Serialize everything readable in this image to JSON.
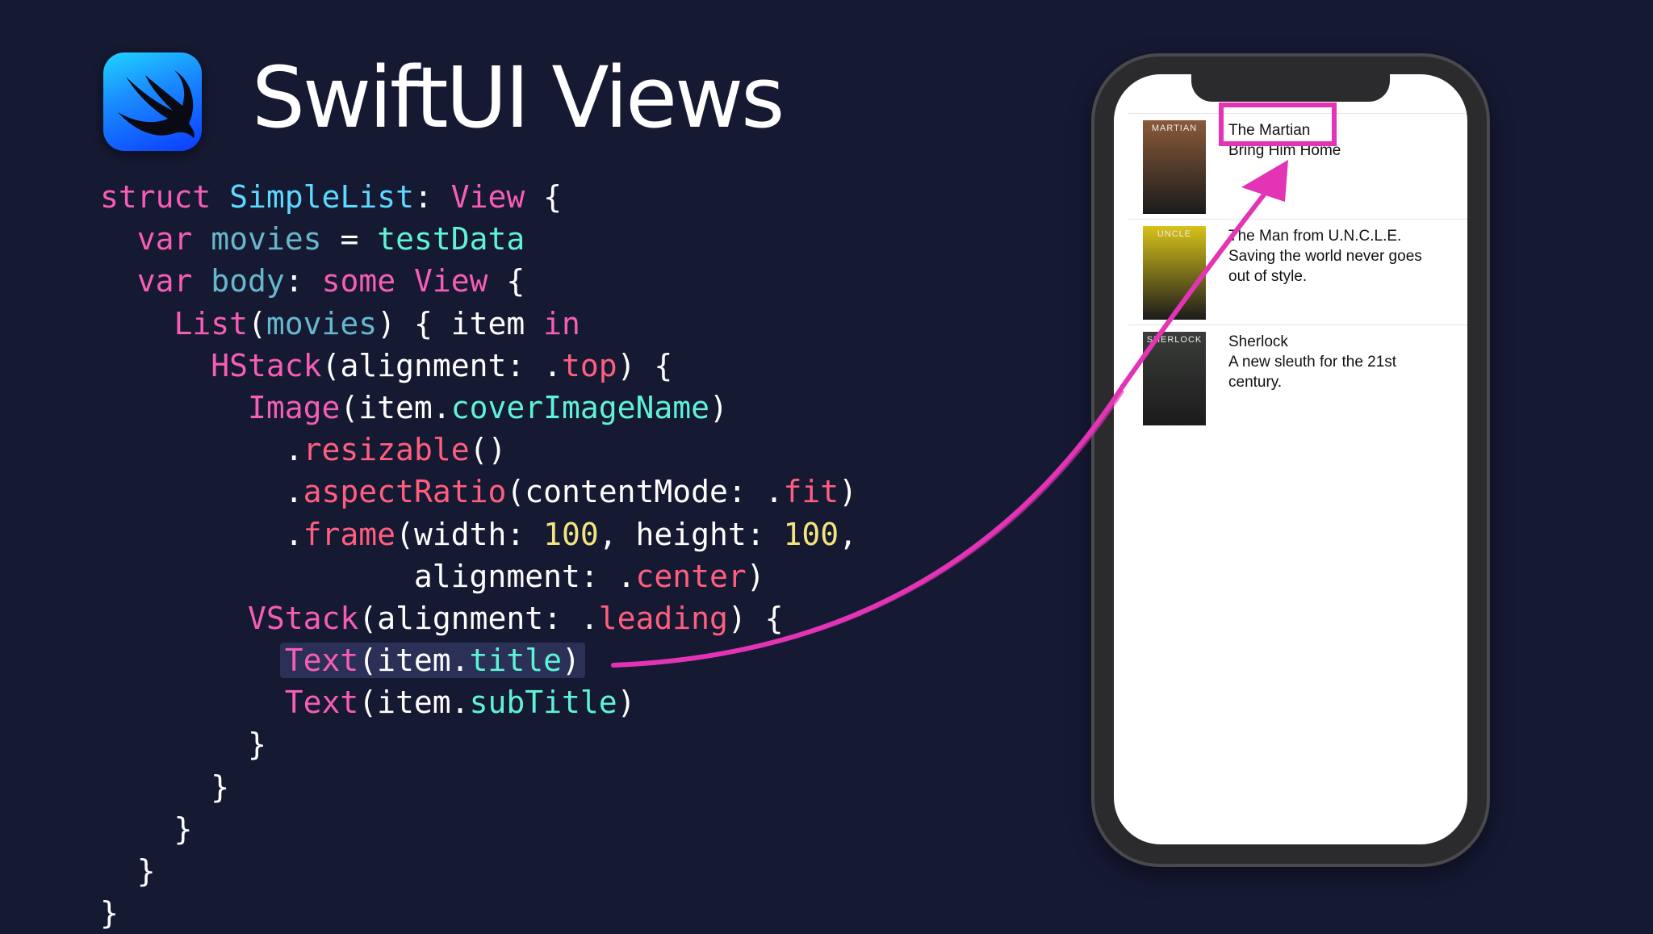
{
  "slide": {
    "title": "SwiftUI Views",
    "logo_icon": "swift-bird-icon"
  },
  "code": {
    "lines": [
      [
        {
          "t": "struct",
          "c": "kw"
        },
        {
          "t": " ",
          "c": "id"
        },
        {
          "t": "SimpleList",
          "c": "ty"
        },
        {
          "t": ": ",
          "c": "id"
        },
        {
          "t": "View",
          "c": "kw"
        },
        {
          "t": " {",
          "c": "id"
        }
      ],
      [
        {
          "t": "  ",
          "c": "id"
        },
        {
          "t": "var",
          "c": "kw"
        },
        {
          "t": " ",
          "c": "id"
        },
        {
          "t": "movies",
          "c": "pr"
        },
        {
          "t": " = ",
          "c": "id"
        },
        {
          "t": "testData",
          "c": "fn"
        }
      ],
      [
        {
          "t": "  ",
          "c": "id"
        },
        {
          "t": "var",
          "c": "kw"
        },
        {
          "t": " ",
          "c": "id"
        },
        {
          "t": "body",
          "c": "pr"
        },
        {
          "t": ": ",
          "c": "id"
        },
        {
          "t": "some",
          "c": "kw"
        },
        {
          "t": " ",
          "c": "id"
        },
        {
          "t": "View",
          "c": "kw"
        },
        {
          "t": " {",
          "c": "id"
        }
      ],
      [
        {
          "t": "    ",
          "c": "id"
        },
        {
          "t": "List",
          "c": "kw"
        },
        {
          "t": "(",
          "c": "id"
        },
        {
          "t": "movies",
          "c": "pr"
        },
        {
          "t": ") { item ",
          "c": "id"
        },
        {
          "t": "in",
          "c": "kw"
        }
      ],
      [
        {
          "t": "      ",
          "c": "id"
        },
        {
          "t": "HStack",
          "c": "kw"
        },
        {
          "t": "(alignment: .",
          "c": "id"
        },
        {
          "t": "top",
          "c": "mb"
        },
        {
          "t": ") {",
          "c": "id"
        }
      ],
      [
        {
          "t": "        ",
          "c": "id"
        },
        {
          "t": "Image",
          "c": "kw"
        },
        {
          "t": "(item.",
          "c": "id"
        },
        {
          "t": "coverImageName",
          "c": "fn"
        },
        {
          "t": ")",
          "c": "id"
        }
      ],
      [
        {
          "t": "          .",
          "c": "id"
        },
        {
          "t": "resizable",
          "c": "mb"
        },
        {
          "t": "()",
          "c": "id"
        }
      ],
      [
        {
          "t": "          .",
          "c": "id"
        },
        {
          "t": "aspectRatio",
          "c": "mb"
        },
        {
          "t": "(contentMode: .",
          "c": "id"
        },
        {
          "t": "fit",
          "c": "mb"
        },
        {
          "t": ")",
          "c": "id"
        }
      ],
      [
        {
          "t": "          .",
          "c": "id"
        },
        {
          "t": "frame",
          "c": "mb"
        },
        {
          "t": "(width: ",
          "c": "id"
        },
        {
          "t": "100",
          "c": "nm"
        },
        {
          "t": ", height: ",
          "c": "id"
        },
        {
          "t": "100",
          "c": "nm"
        },
        {
          "t": ",",
          "c": "id"
        }
      ],
      [
        {
          "t": "                 alignment: .",
          "c": "id"
        },
        {
          "t": "center",
          "c": "mb"
        },
        {
          "t": ")",
          "c": "id"
        }
      ],
      [
        {
          "t": "        ",
          "c": "id"
        },
        {
          "t": "VStack",
          "c": "kw"
        },
        {
          "t": "(alignment: .",
          "c": "id"
        },
        {
          "t": "leading",
          "c": "mb"
        },
        {
          "t": ") {",
          "c": "id"
        }
      ],
      [
        {
          "t": "          ",
          "c": "id"
        },
        {
          "t": "Text",
          "c": "kw",
          "hl": true
        },
        {
          "t": "(item.",
          "c": "id",
          "hl": true
        },
        {
          "t": "title",
          "c": "fn",
          "hl": true
        },
        {
          "t": ")",
          "c": "id",
          "hl": true
        }
      ],
      [
        {
          "t": "          ",
          "c": "id"
        },
        {
          "t": "Text",
          "c": "kw"
        },
        {
          "t": "(item.",
          "c": "id"
        },
        {
          "t": "subTitle",
          "c": "fn"
        },
        {
          "t": ")",
          "c": "id"
        }
      ],
      [
        {
          "t": "        }",
          "c": "id"
        }
      ],
      [
        {
          "t": "      }",
          "c": "id"
        }
      ],
      [
        {
          "t": "    }",
          "c": "id"
        }
      ],
      [
        {
          "t": "  }",
          "c": "id"
        }
      ],
      [
        {
          "t": "}",
          "c": "id"
        }
      ]
    ]
  },
  "phone": {
    "movies": [
      {
        "title": "The Martian",
        "subtitle": "Bring Him Home",
        "poster_label": "MARTIAN",
        "poster_color": "#8a5a3a"
      },
      {
        "title": "The Man from U.N.C.L.E.",
        "subtitle": "Saving the world never goes out of style.",
        "poster_label": "UNCLE",
        "poster_color": "#d8c21a"
      },
      {
        "title": "Sherlock",
        "subtitle": "A new sleuth for the 21st century.",
        "poster_label": "SHERLOCK",
        "poster_color": "#3a3d3a"
      }
    ]
  },
  "colors": {
    "background": "#151932",
    "annotation": "#e234b4"
  }
}
